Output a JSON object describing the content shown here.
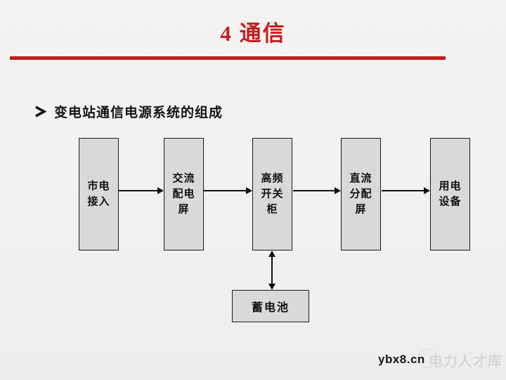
{
  "header": {
    "title": "4 通信",
    "accent_color": "#c32020",
    "rule_color": "#bf1b1b"
  },
  "bullet": {
    "text": "变电站通信电源系统的组成",
    "icon": "right-arrowhead-bullet"
  },
  "diagram": {
    "box_fill": "#d9d9d9",
    "box_border": "#1a1a1a",
    "boxes": [
      {
        "label": "市电\n接入"
      },
      {
        "label": "交流\n配电\n屏"
      },
      {
        "label": "高频\n开关\n柜"
      },
      {
        "label": "直流\n分配\n屏"
      },
      {
        "label": "用电\n设备"
      }
    ],
    "battery": {
      "label": "蓄电池"
    },
    "connections": [
      "市电接入 → 交流配电屏",
      "交流配电屏 → 高频开关柜",
      "高频开关柜 → 直流分配屏",
      "直流分配屏 → 用电设备",
      "高频开关柜 ↔ 蓄电池"
    ]
  },
  "watermark": {
    "site": "ybx8.cn",
    "name": "电力人才库"
  }
}
